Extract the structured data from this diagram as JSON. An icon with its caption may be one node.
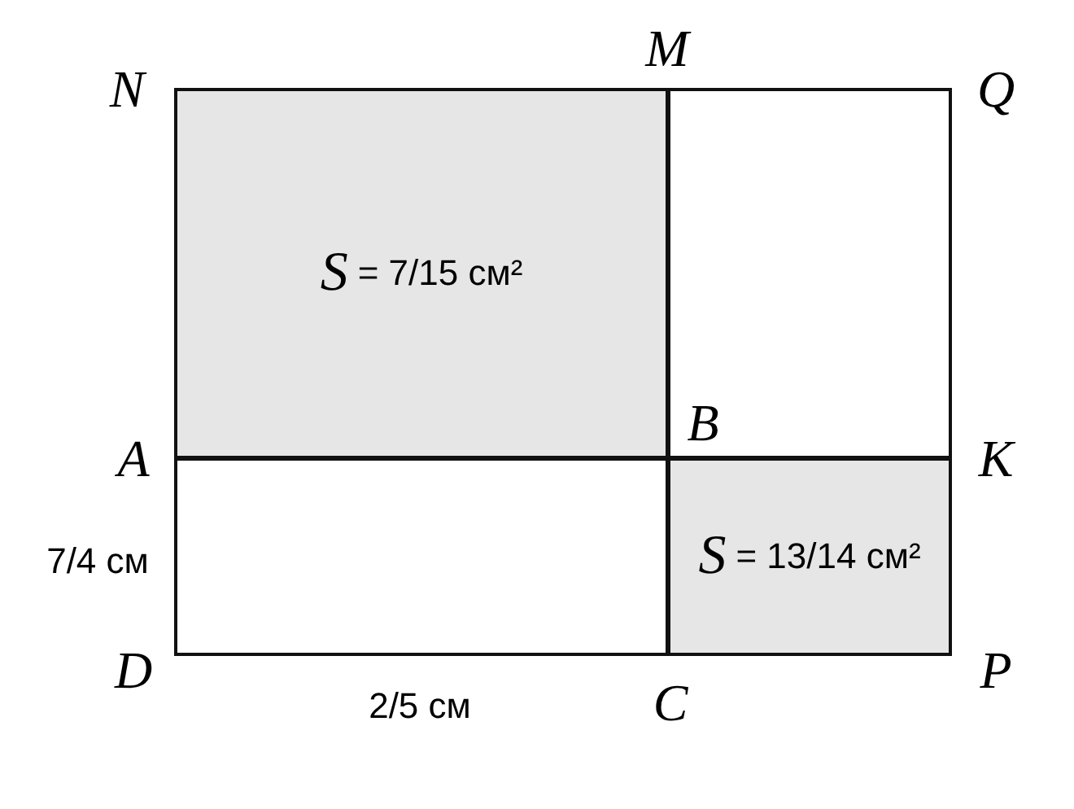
{
  "diagram": {
    "nodes": [
      {
        "text": [
          "*S* = 7/15 см²"
        ]
      },
      {
        "text": [],
        "shape": "box"
      },
      {
        "text": [],
        "shape": "box"
      },
      {
        "text": [
          "*S* = 13/14 см²"
        ]
      }
    ],
    "labels": [
      "N",
      "M",
      "Q",
      "A",
      "B",
      "K",
      "7/4 см",
      "D",
      "C",
      "P",
      "2/5 см"
    ]
  }
}
